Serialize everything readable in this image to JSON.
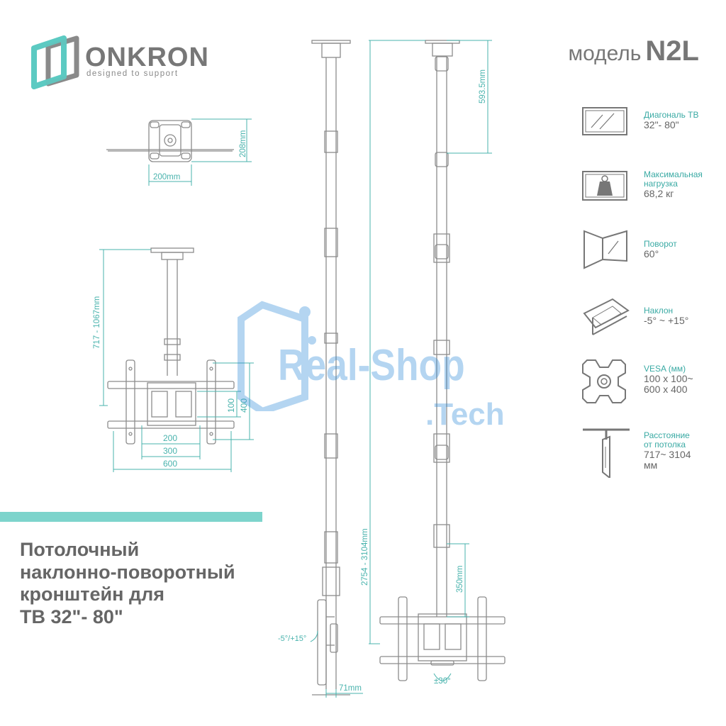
{
  "brand": {
    "name": "ONKRON",
    "tagline": "designed to support"
  },
  "model": {
    "prefix": "модель",
    "name": "N2L"
  },
  "title": {
    "lines": [
      "Потолочный",
      "наклонно-поворотный",
      "кронштейн для",
      "ТВ 32\"- 80\""
    ]
  },
  "specs": [
    {
      "icon": "tv-diagonal-icon",
      "label": "Диагональ ТВ",
      "value": "32\"- 80\""
    },
    {
      "icon": "weight-icon",
      "label": "Максимальная нагрузка",
      "value": "68,2 кг"
    },
    {
      "icon": "swivel-icon",
      "label": "Поворот",
      "value": "60°"
    },
    {
      "icon": "tilt-icon",
      "label": "Наклон",
      "value": "-5° ~ +15°"
    },
    {
      "icon": "vesa-icon",
      "label": "VESA (мм)",
      "value": "100 x 100~ 600 x 400"
    },
    {
      "icon": "ceiling-distance-icon",
      "label": "Расстояние от потолка",
      "value": "717~ 3104 мм"
    }
  ],
  "dimensions": {
    "top_height": "208mm",
    "top_width": "200mm",
    "drop_range": "717 - 1067mm",
    "vesa_100": "100",
    "vesa_400": "400",
    "vesa_200": "200",
    "vesa_300": "300",
    "vesa_600": "600",
    "tilt_range": "-5°/+15°",
    "depth": "71mm",
    "tube_upper": "593.5mm",
    "total_range": "2754 - 3104mm",
    "tube_lower": "350mm",
    "swivel": "±30°"
  },
  "watermark": {
    "line1": "Real-Shop",
    "line2": ".Tech"
  },
  "colors": {
    "accent": "#7dd4cc",
    "logo_teal": "#5ccac2",
    "logo_gray": "#8a8a8a",
    "text_gray": "#666666",
    "dimension": "#49b3ad",
    "watermark": "#2a8ad8"
  }
}
